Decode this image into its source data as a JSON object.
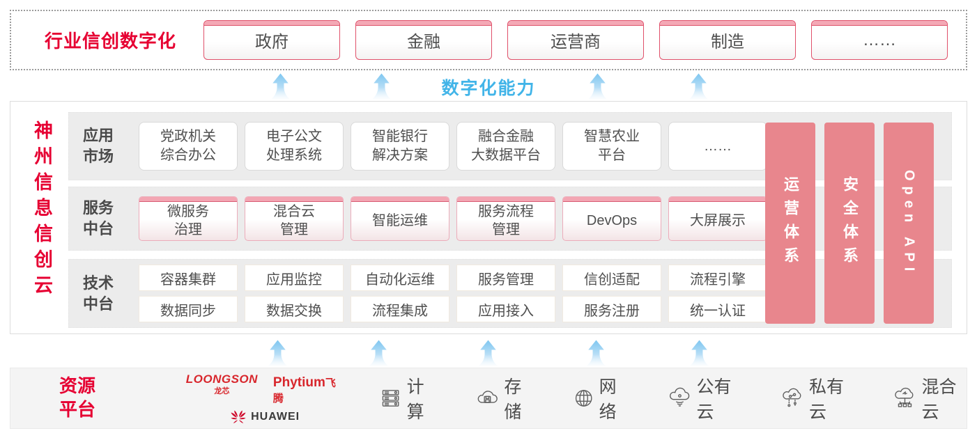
{
  "top": {
    "title": "行业信创数字化",
    "industries": [
      "政府",
      "金融",
      "运营商",
      "制造",
      "……"
    ]
  },
  "capability": {
    "label": "数字化能力"
  },
  "platform": {
    "brand": "神州信息信创云",
    "app_market": {
      "label": "应用\n市场",
      "items": [
        "党政机关\n综合办公",
        "电子公文\n处理系统",
        "智能银行\n解决方案",
        "融合金融\n大数据平台",
        "智慧农业\n平台",
        "……"
      ]
    },
    "service": {
      "label": "服务\n中台",
      "items": [
        "微服务\n治理",
        "混合云\n管理",
        "智能运维",
        "服务流程\n管理",
        "DevOps",
        "大屏展示"
      ]
    },
    "tech": {
      "label": "技术\n中台",
      "row1": [
        "容器集群",
        "应用监控",
        "自动化运维",
        "服务管理",
        "信创适配",
        "流程引擎"
      ],
      "row2": [
        "数据同步",
        "数据交换",
        "流程集成",
        "应用接入",
        "服务注册",
        "统一认证"
      ]
    },
    "pillars": [
      "运营体系",
      "安全体系",
      "Open API"
    ]
  },
  "resource": {
    "label": "资源\n平台",
    "logos": {
      "loongson": "LOONGSON",
      "loongson_cn": "龙芯",
      "phytium": "Phytium",
      "phytium_cn": "飞腾",
      "huawei": "HUAWEI"
    },
    "items": [
      "计算",
      "存储",
      "网络",
      "公有云",
      "私有云",
      "混合云"
    ]
  },
  "colors": {
    "brand_red": "#e60032",
    "pillar_pink": "#e8868d",
    "capability_blue": "#41b4e8",
    "band_gray": "#ececec"
  }
}
